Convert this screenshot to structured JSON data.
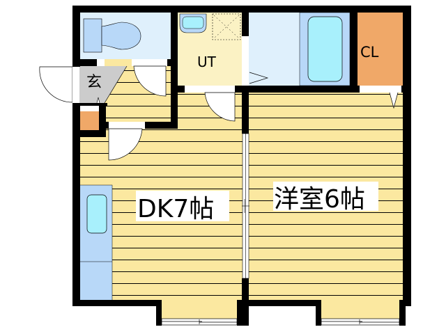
{
  "floorplan": {
    "rooms": {
      "dk": {
        "label": "DK7帖",
        "color": "#fbe8a0"
      },
      "western_room": {
        "label": "洋室6帖",
        "color": "#fbe8a0"
      },
      "utility": {
        "label": "UT",
        "color": "#fbf2c4"
      },
      "closet": {
        "label": "CL",
        "color": "#f0a868"
      },
      "entrance": {
        "label": "玄",
        "color": "#cccccc"
      },
      "toilet": {
        "color": "#dff0fc"
      },
      "bathroom": {
        "color": "#dff0fc"
      }
    },
    "colors": {
      "wall": "#000000",
      "floor_line": "#000000",
      "fixture_blue": "#b8d8f8",
      "water_cyan": "#a8f0fc",
      "shoe_box": "#f0a868"
    }
  }
}
